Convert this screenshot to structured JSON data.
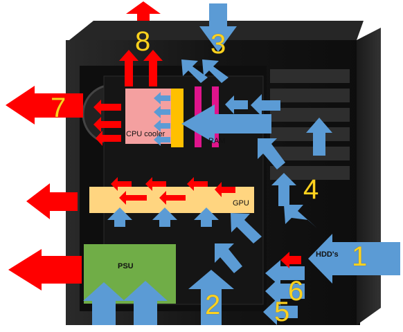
{
  "components": {
    "cpu_cooler": "CPU cooler",
    "ram": "RAM",
    "gpu": "GPU",
    "psu": "PSU",
    "hdds": "HDD's"
  },
  "airflow_labels": [
    "1",
    "2",
    "3",
    "4",
    "5",
    "6",
    "7",
    "8"
  ],
  "colors": {
    "intake_arrow": "#5b9bd5",
    "exhaust_arrow": "#ff0000",
    "label_number": "#ffd21f",
    "cpu_cooler_fill": "#f4a0a0",
    "cpu_cooler_bracket": "#ffc000",
    "ram_fill": "#e0148c",
    "gpu_fill": "#ffd580",
    "psu_fill": "#70ad47",
    "case_body": "#1c1c1c"
  }
}
